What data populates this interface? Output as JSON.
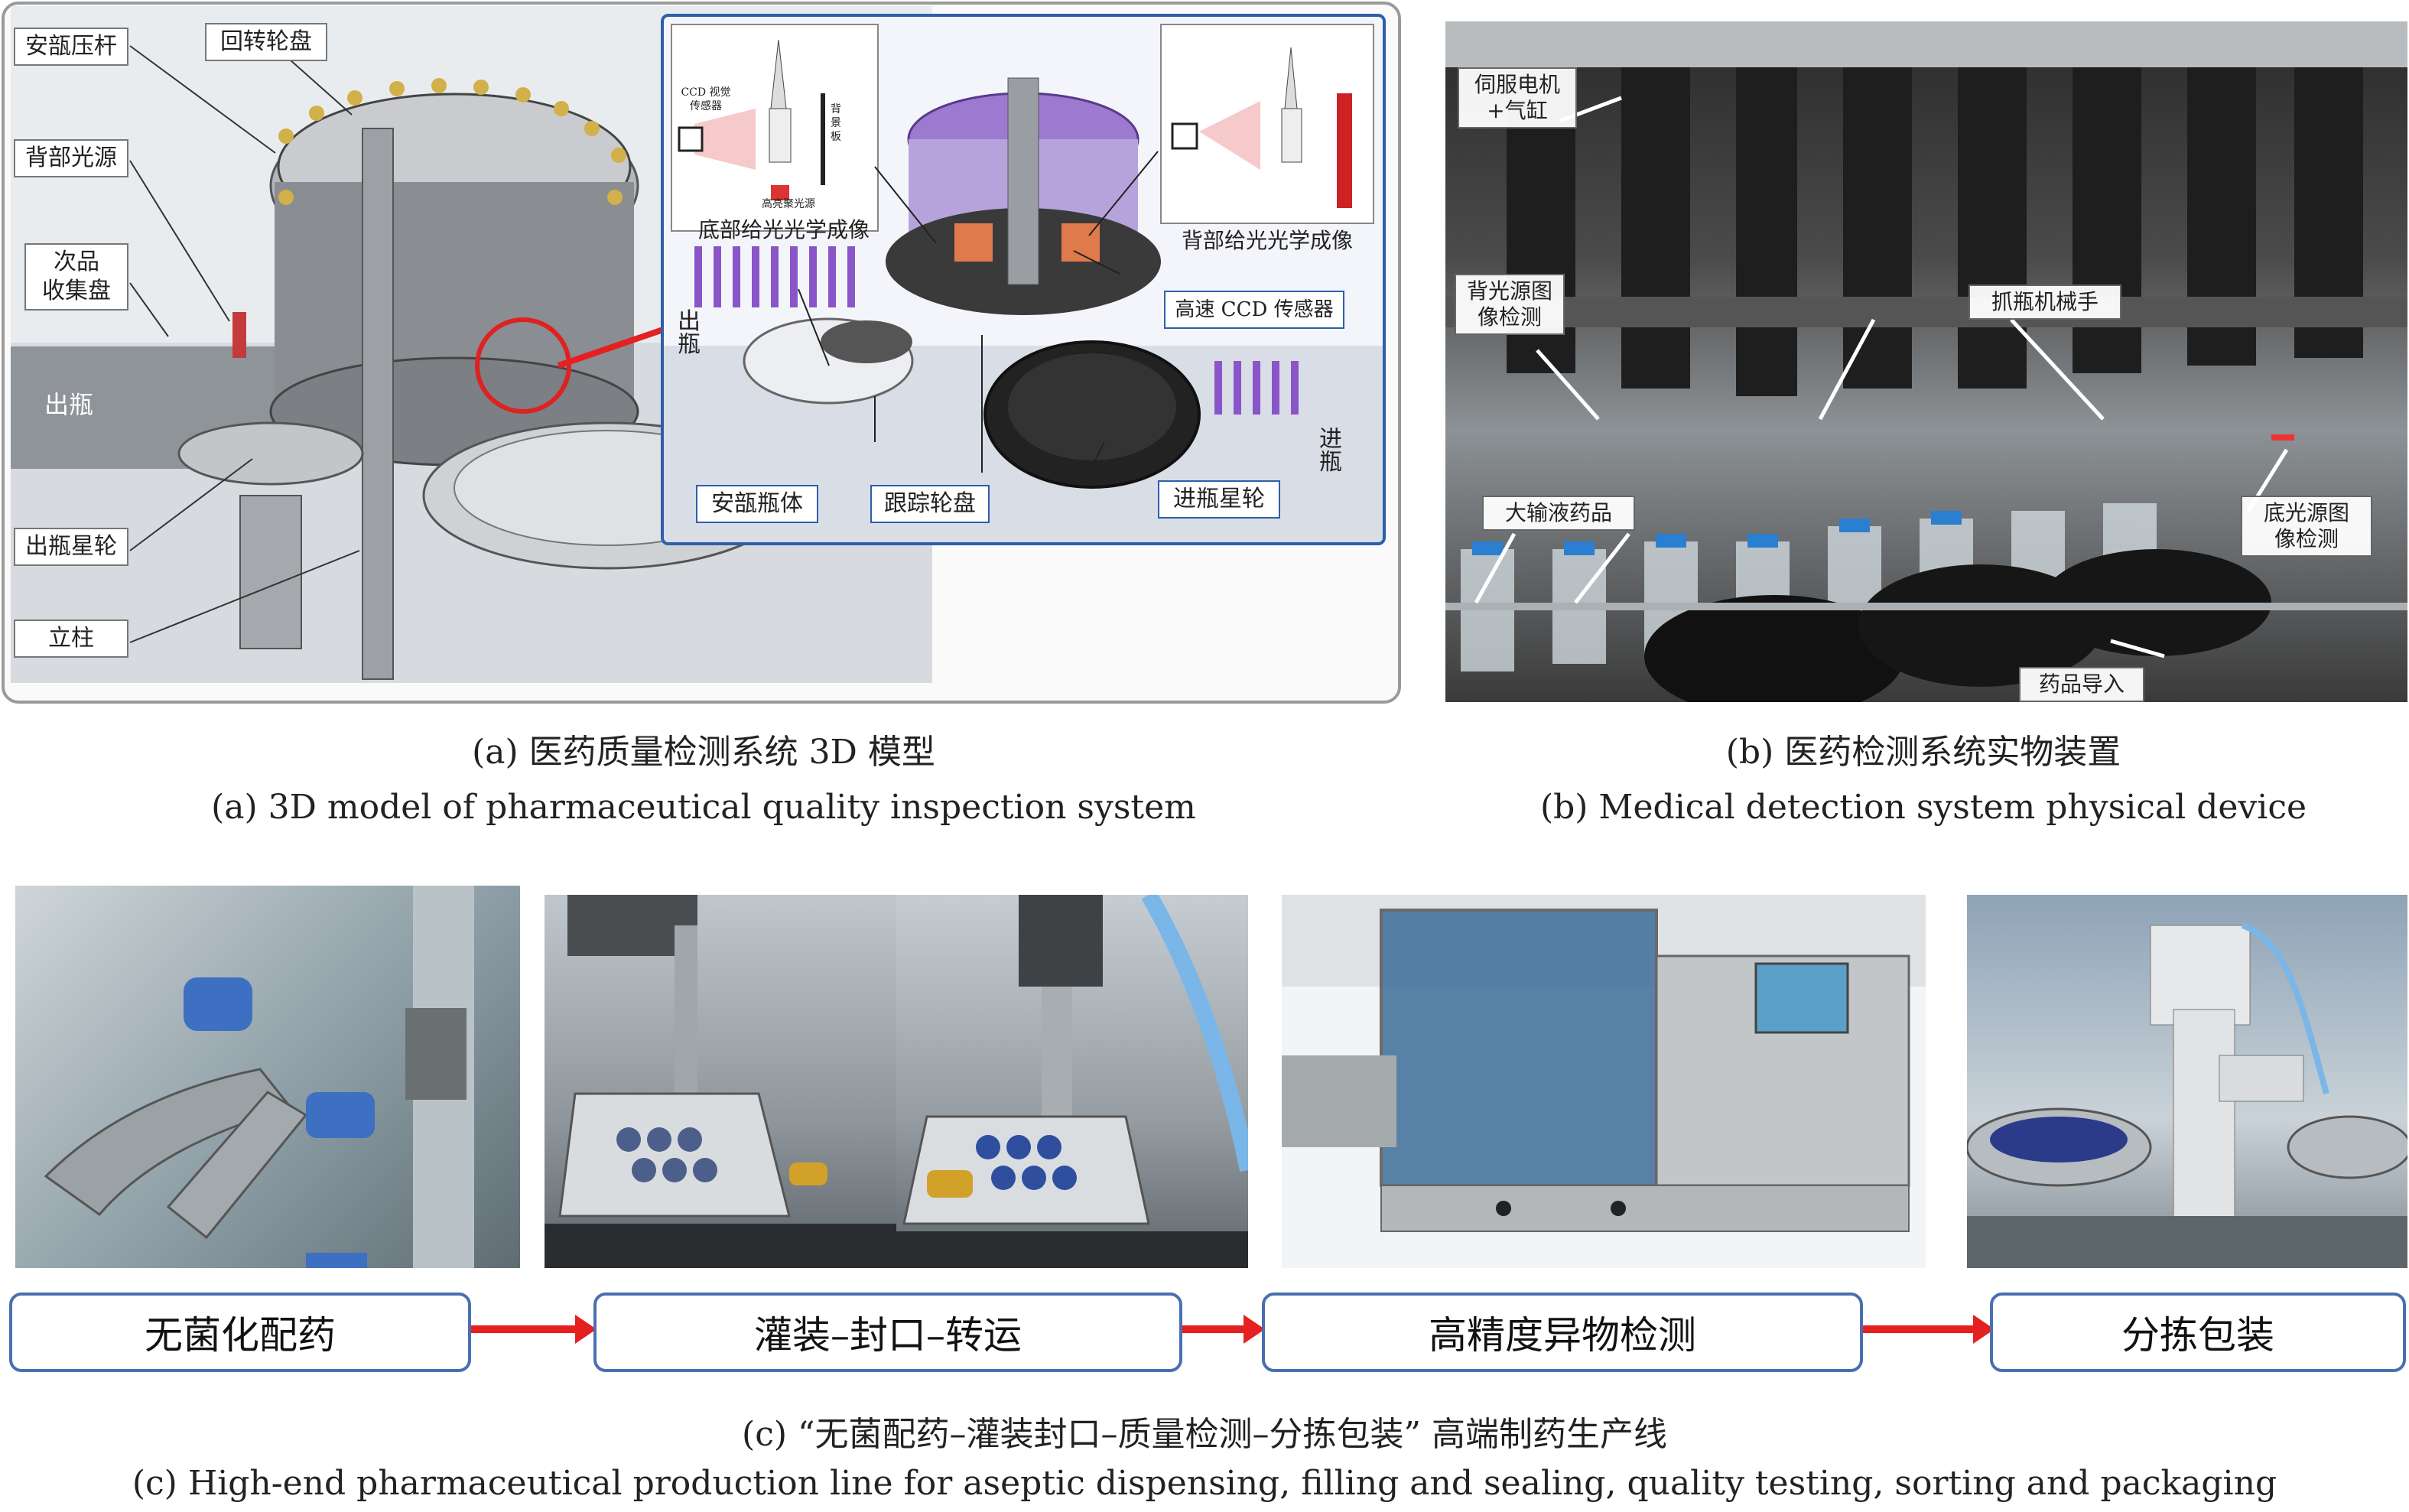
{
  "panel_a": {
    "labels": {
      "ampoule_press": "安瓿压杆",
      "rotary_disk": "回转轮盘",
      "back_light": "背部光源",
      "reject_tray": "次品\n收集盘",
      "bottle_out": "出瓶",
      "out_star_wheel": "出瓶星轮",
      "column": "立柱"
    },
    "inset_labels": {
      "ccd_sensor_small": "CCD 视觉\n传感器",
      "back_plate_small": "背\n景\n板",
      "high_light_small": "高亮聚光源",
      "bottom_imaging": "底部给光光学成像",
      "back_imaging": "背部给光光学成像",
      "highspeed_ccd": "高速 CCD 传感器",
      "out_bottle": "出瓶",
      "in_bottle": "进瓶",
      "ampoule_body": "安瓿瓶体",
      "tracking_disk": "跟踪轮盘",
      "in_star_wheel": "进瓶星轮"
    },
    "caption_zh": "(a) 医药质量检测系统 3D 模型",
    "caption_en": "(a) 3D model of pharmaceutical quality inspection system"
  },
  "panel_b": {
    "labels": {
      "servo": "伺服电机\n+气缸",
      "backlight_detect": "背光源图\n像检测",
      "gripper": "抓瓶机械手",
      "infusion": "大输液药品",
      "bottom_light_detect": "底光源图\n像检测",
      "feed_in": "药品导入"
    },
    "caption_zh": "(b) 医药检测系统实物装置",
    "caption_en": "(b) Medical detection system physical device"
  },
  "panel_c": {
    "steps": [
      "无菌化配药",
      "灌装–封口–转运",
      "高精度异物检测",
      "分拣包装"
    ],
    "caption_zh": "(c) “无菌配药–灌装封口–质量检测–分拣包装” 高端制药生产线",
    "caption_en": "(c) High-end pharmaceutical production line for aseptic dispensing, filling and sealing, quality testing, sorting and packaging"
  },
  "colors": {
    "arrow": "#e52020",
    "inset_border": "#2e5fa8",
    "flow_border": "#4a6fb0"
  }
}
